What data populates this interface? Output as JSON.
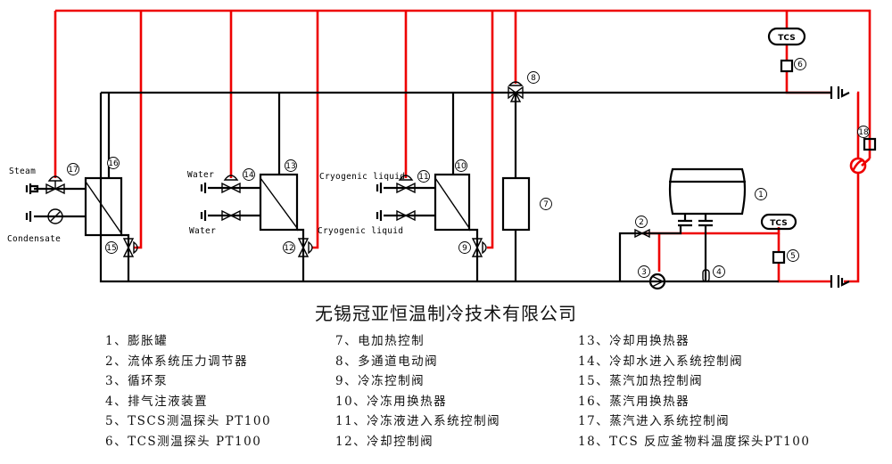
{
  "company": "无锡冠亚恒温制冷技术有限公司",
  "labels": {
    "steam": "Steam",
    "condensate": "Condensate",
    "water_in": "Water",
    "water_out": "Water",
    "cryo_in": "Cryogenic  liquid",
    "cryo_out": "Cryogenic  liquid",
    "tcs_top": "TCS",
    "tcs_mid": "TCS"
  },
  "numbers": [
    "1",
    "2",
    "3",
    "4",
    "5",
    "6",
    "7",
    "8",
    "9",
    "10",
    "11",
    "12",
    "13",
    "14",
    "15",
    "16",
    "17",
    "18"
  ],
  "colors": {
    "signal_line": "#ee0000",
    "pipe": "#000000",
    "background": "#ffffff"
  },
  "legend": {
    "col1": [
      "1、膨胀罐",
      "2、流体系统压力调节器",
      "3、循环泵",
      "4、排气注液装置",
      "5、TSCS测温探头 PT100",
      "6、TCS测温探头 PT100"
    ],
    "col2": [
      "7、电加热控制",
      "8、多通道电动阀",
      "9、冷冻控制阀",
      "10、冷冻用换热器",
      "11、冷冻液进入系统控制阀",
      "12、冷却控制阀"
    ],
    "col3": [
      "13、冷却用换热器",
      "14、冷却水进入系统控制阀",
      "15、蒸汽加热控制阀",
      "16、蒸汽用换热器",
      "17、蒸汽进入系统控制阀",
      "18、TCS 反应釜物料温度探头PT100"
    ]
  }
}
